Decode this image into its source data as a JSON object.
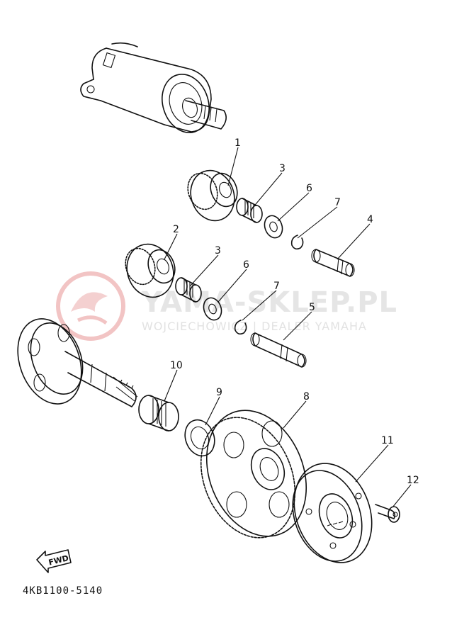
{
  "watermark": {
    "brand": "YAMA-SKLEP.PL",
    "tagline": "WOJCIECHOWICZ | DEALER YAMAHA",
    "logo_color": "#f2c4c4"
  },
  "diagram_code": "4KB1100-5140",
  "direction_badge": "FWD",
  "callouts": {
    "c1": "1",
    "c2": "2",
    "c3a": "3",
    "c3b": "3",
    "c4": "4",
    "c5": "5",
    "c6a": "6",
    "c6b": "6",
    "c7a": "7",
    "c7b": "7",
    "c8": "8",
    "c9": "9",
    "c10": "10",
    "c11": "11",
    "c12": "12"
  }
}
